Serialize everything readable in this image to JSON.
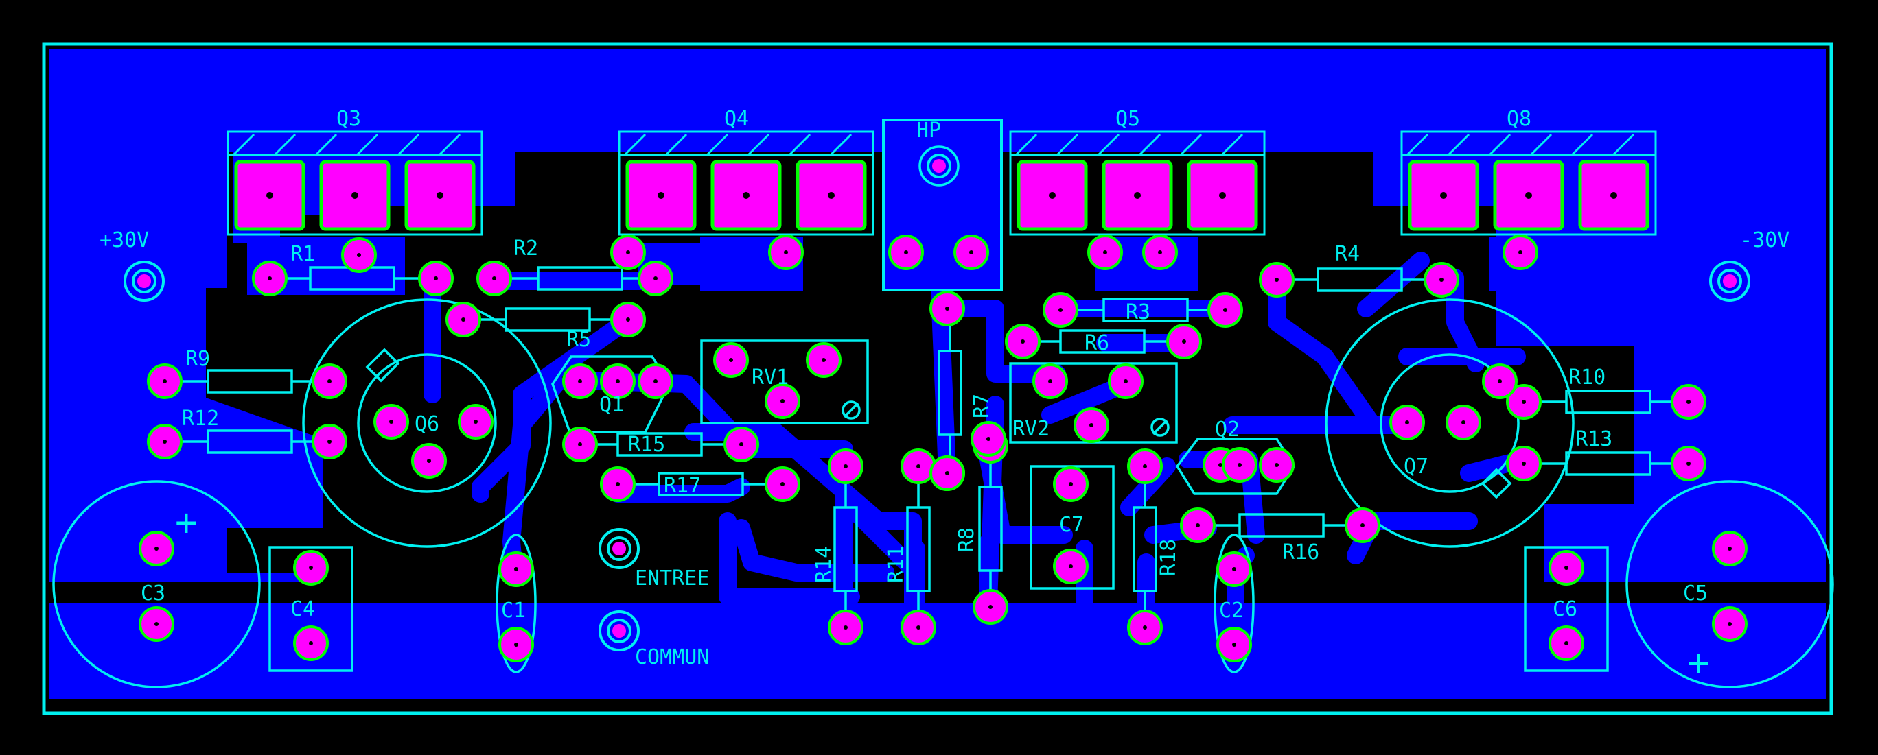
{
  "colors": {
    "background": "#000000",
    "copper": "#0000ff",
    "silkscreen": "#00f0f0",
    "pad": "#ff00ff",
    "pad_outline": "#00ff00",
    "drill": "#000000"
  },
  "labels": {
    "q3": "Q3",
    "q4": "Q4",
    "q5": "Q5",
    "q8": "Q8",
    "hp": "HP",
    "plus30": "+30V",
    "minus30": "-30V",
    "r1": "R1",
    "r2": "R2",
    "r3": "R3",
    "r4": "R4",
    "r5": "R5",
    "r6": "R6",
    "r7": "R7",
    "r8": "R8",
    "r9": "R9",
    "r10": "R10",
    "r11": "R11",
    "r12": "R12",
    "r13": "R13",
    "r14": "R14",
    "r15": "R15",
    "r16": "R16",
    "r17": "R17",
    "r18": "R18",
    "rv1": "RV1",
    "rv2": "RV2",
    "q1": "Q1",
    "q2": "Q2",
    "q6": "Q6",
    "q7": "Q7",
    "c1": "C1",
    "c2": "C2",
    "c3": "C3",
    "c4": "C4",
    "c5": "C5",
    "c6": "C6",
    "c7": "C7",
    "entree": "ENTREE",
    "commun": "COMMUN",
    "plus_c3": "+",
    "plus_c5": "+"
  }
}
